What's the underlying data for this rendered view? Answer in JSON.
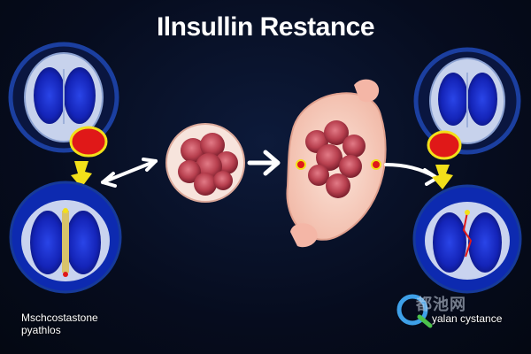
{
  "title": "Ilnsullin Restance",
  "captions": {
    "left_line1": "Mschcostastone",
    "left_line2": "pyathlos",
    "right": "yalan cystance"
  },
  "watermark": "都池网",
  "colors": {
    "background": "#060c1e",
    "brain_blue": "#1a2fd0",
    "ring_blue": "#1b3fa0",
    "red_marker": "#e01818",
    "yellow_arrow": "#f2e01a",
    "tissue_red": "#b8404f",
    "skin_pink": "#f3c4b4"
  },
  "icons": {
    "logo": "q-logo-icon"
  }
}
